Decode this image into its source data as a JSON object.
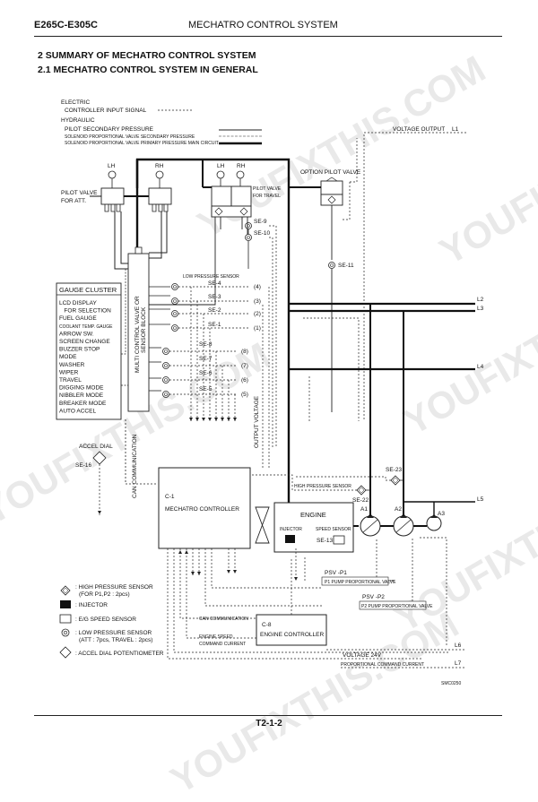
{
  "header": {
    "model": "E265C-E305C",
    "title": "MECHATRO CONTROL SYSTEM"
  },
  "sections": {
    "s2": "2    SUMMARY OF MECHATRO CONTROL SYSTEM",
    "s21": "2.1    MECHATRO CONTROL SYSTEM IN GENERAL"
  },
  "legend": {
    "electric": "ELECTRIC",
    "controller_input": "CONTROLLER INPUT SIGNAL",
    "hydraulic": "HYDRAULIC",
    "pilot_secondary": "PILOT SECONDARY PRESSURE",
    "sol_secondary": "SOLENOID PROPORTIONAL VALVE SECONDARY PRESSURE",
    "sol_primary": "SOLENOID PROPORTIONAL VALVE PRIMARY PRESSURE MAIN CIRCUIT"
  },
  "labels": {
    "lh1": "LH",
    "rh1": "RH",
    "lh2": "LH",
    "rh2": "RH",
    "pilot_att_1": "PILOT VALVE",
    "pilot_att_2": "FOR ATT.",
    "pilot_travel_1": "PILOT VALVE",
    "pilot_travel_2": "FOR TRAVEL",
    "option_pilot": "OPTION PILOT VALVE",
    "voltage_output": "VOLTAGE OUTPUT",
    "l1": "L1",
    "l2": "L2",
    "l3": "L3",
    "l4": "L4",
    "l5": "L5",
    "l6": "L6",
    "l7": "L7",
    "se9": "SE-9",
    "se10": "SE-10",
    "se11": "SE-11",
    "low_pressure": "LOW PRESSURE SENSOR",
    "se4": "SE-4",
    "se3": "SE-3",
    "se2": "SE-2",
    "se1": "SE-1",
    "se8": "SE-8",
    "se7": "SE-7",
    "se6": "SE-6",
    "se5": "SE-5",
    "n4": "(4)",
    "n3": "(3)",
    "n2": "(2)",
    "n1": "(1)",
    "n8": "(8)",
    "n7": "(7)",
    "n6": "(6)",
    "n5": "(5)",
    "mcv_1": "MULTI CONTROL VALVE OR",
    "mcv_2": "SENSOR BLOCK",
    "output_voltage": "OUTPUT VOLTAGE",
    "can_comm": "CAN COMMUNICATION",
    "accel_dial": "ACCEL DIAL",
    "se16": "SE-16",
    "c1": "C-1",
    "mechatro_controller": "MECHATRO CONTROLLER",
    "engine": "ENGINE",
    "injector": "INJECTOR",
    "speed_sensor": "SPEED SENSOR",
    "se13": "SE-13",
    "high_pressure": "HIGH PRESSURE SENSOR",
    "se22": "SE-22",
    "se23": "SE-23",
    "a1": "A1",
    "a2": "A2",
    "a3": "A3",
    "psv_p1": "PSV -P1",
    "p1_pump": "P1 PUMP PROPORTIONAL VALVE",
    "psv_p2": "PSV -P2",
    "p2_pump": "P2 PUMP PROPORTIONAL VALVE",
    "can_comm2": "CAN COMMUNICATION",
    "c8": "C-8",
    "engine_controller": "ENGINE CONTROLLER",
    "engine_speed_1": "ENGINE SPEED",
    "engine_speed_2": "COMMAND CURRENT",
    "voltage_24": "VOLTAGE 24V",
    "prop_cmd": "PROPORTIONAL COMMAND CURRENT",
    "smc": "SMC0250"
  },
  "gauge_cluster": {
    "title": "GAUGE CLUSTER",
    "items": [
      "LCD DISPLAY",
      "   FOR SELECTION",
      "FUEL GAUGE",
      "COOLANT TEMP. GAUGE",
      "ARROW SW.",
      "SCREEN CHANGE",
      "BUZZER STOP",
      "MODE",
      "WASHER",
      "WIPER",
      "TRAVEL",
      "DIGGING MODE",
      "NIBBLER MODE",
      "BREAKER MODE",
      "AUTO ACCEL"
    ]
  },
  "bottom_legend": {
    "hp_1": ": HIGH PRESSURE SENSOR",
    "hp_2": "(FOR P1,P2 : 2pcs)",
    "injector": ": INJECTOR",
    "eg_speed": ": E/G  SPEED SENSOR",
    "lp_1": ": LOW PRESSURE SENSOR",
    "lp_2": "(ATT : 7pcs, TRAVEL : 2pcs)",
    "accel": ": ACCEL DIAL POTENTIOMETER"
  },
  "footer": {
    "page": "T2-1-2"
  },
  "watermark": {
    "text": "YOUFIXTHIS.COM"
  }
}
